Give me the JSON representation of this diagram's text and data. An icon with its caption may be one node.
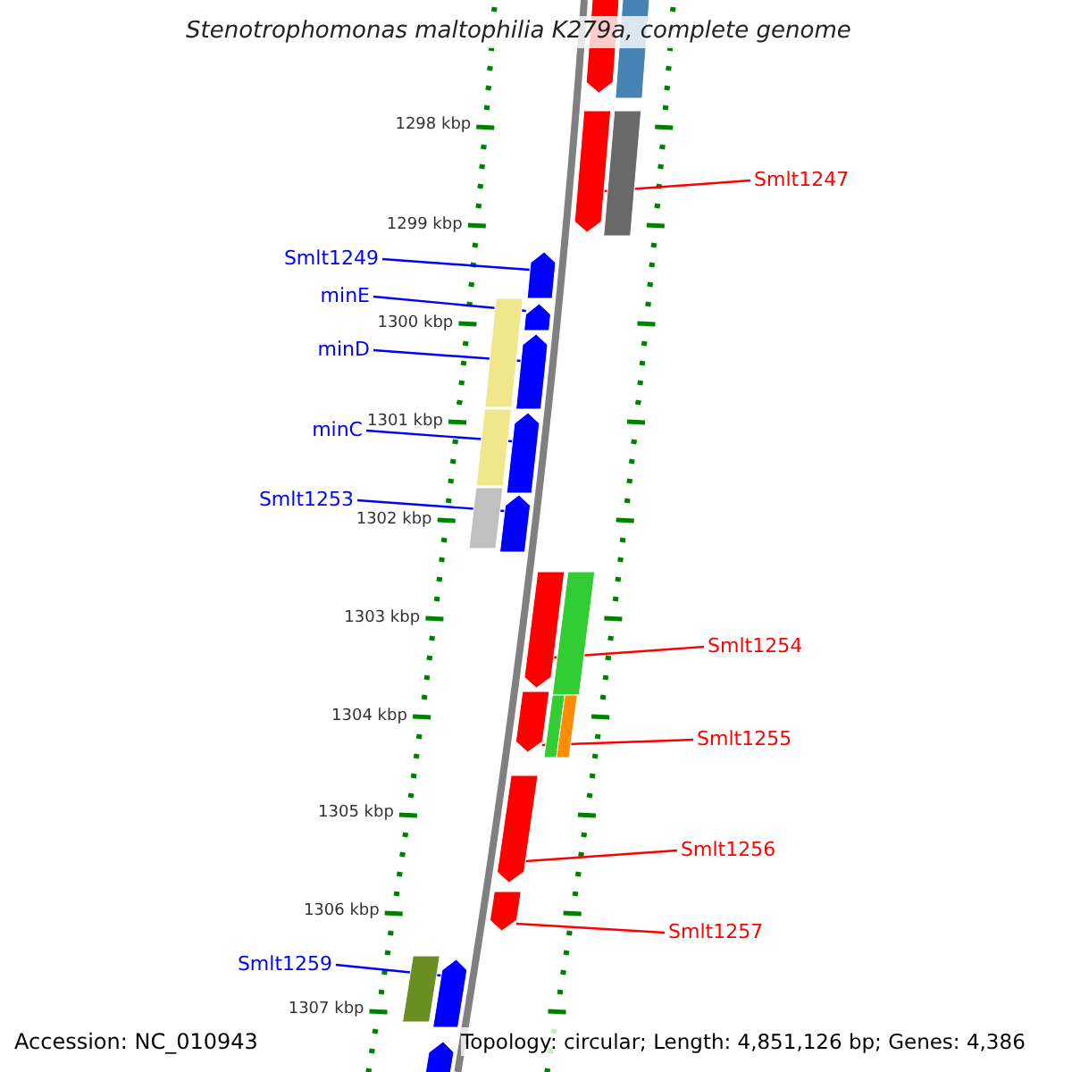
{
  "diagram": {
    "title": "Stenotrophomonas maltophilia K279a, complete genome",
    "nodes": [
      {
        "text": [
          "Smlt1247"
        ]
      },
      {
        "text": [],
        "shape": "bar"
      },
      {
        "text": [
          "Smlt1249"
        ]
      },
      {
        "text": [],
        "shape": "bar"
      },
      {
        "text": [
          "minE"
        ]
      },
      {
        "text": [],
        "shape": "bar"
      },
      {
        "text": [
          "minD"
        ]
      },
      {
        "text": [],
        "shape": "bar"
      },
      {
        "text": [
          "minC"
        ]
      },
      {
        "text": [],
        "shape": "bar"
      },
      {
        "text": [
          "Smlt1253"
        ]
      },
      {
        "text": [],
        "shape": "bar"
      },
      {
        "text": [
          "Smlt1254"
        ]
      },
      {
        "text": [],
        "shape": "bar"
      },
      {
        "text": [
          "Smlt1255"
        ]
      },
      {
        "text": [],
        "shape": "bar"
      },
      {
        "text": [
          "Smlt1256"
        ]
      },
      {
        "text": [],
        "shape": "bar"
      },
      {
        "text": [
          "Smlt1257"
        ]
      },
      {
        "text": [],
        "shape": "bar"
      },
      {
        "text": [
          "Smlt1259"
        ]
      },
      {
        "text": [],
        "shape": "bar"
      },
      {
        "text": [],
        "shape": "bar"
      },
      {
        "text": [],
        "shape": "bar"
      }
    ],
    "edges": [
      {
        "from": 0,
        "to": 1,
        "arrow": "none",
        "color": "#ff0000"
      },
      {
        "from": 2,
        "to": 3,
        "arrow": "none"
      },
      {
        "from": 4,
        "to": 5,
        "arrow": "none"
      },
      {
        "from": 6,
        "to": 7,
        "arrow": "none"
      },
      {
        "from": 8,
        "to": 9,
        "arrow": "none"
      },
      {
        "from": 10,
        "to": 11,
        "arrow": "none"
      },
      {
        "from": 12,
        "to": 13,
        "arrow": "none",
        "color": "#ff0000"
      },
      {
        "from": 14,
        "to": 15,
        "arrow": "none",
        "color": "#ff0000"
      },
      {
        "from": 16,
        "to": 17,
        "arrow": "none",
        "color": "#ff0000"
      },
      {
        "from": 18,
        "to": 19,
        "arrow": "none",
        "color": "#ff0000"
      },
      {
        "from": 20,
        "to": 21,
        "arrow": "none"
      }
    ],
    "labels": [
      "1298 kbp",
      "1299 kbp",
      "1300 kbp",
      "1301 kbp",
      "1302 kbp",
      "1303 kbp",
      "1304 kbp",
      "1305 kbp",
      "1306 kbp",
      "1307 kbp",
      "Accession: NC_010943",
      "Topology: circular; Length: 4,851,126 bp; Genes: 4,386"
    ]
  }
}
